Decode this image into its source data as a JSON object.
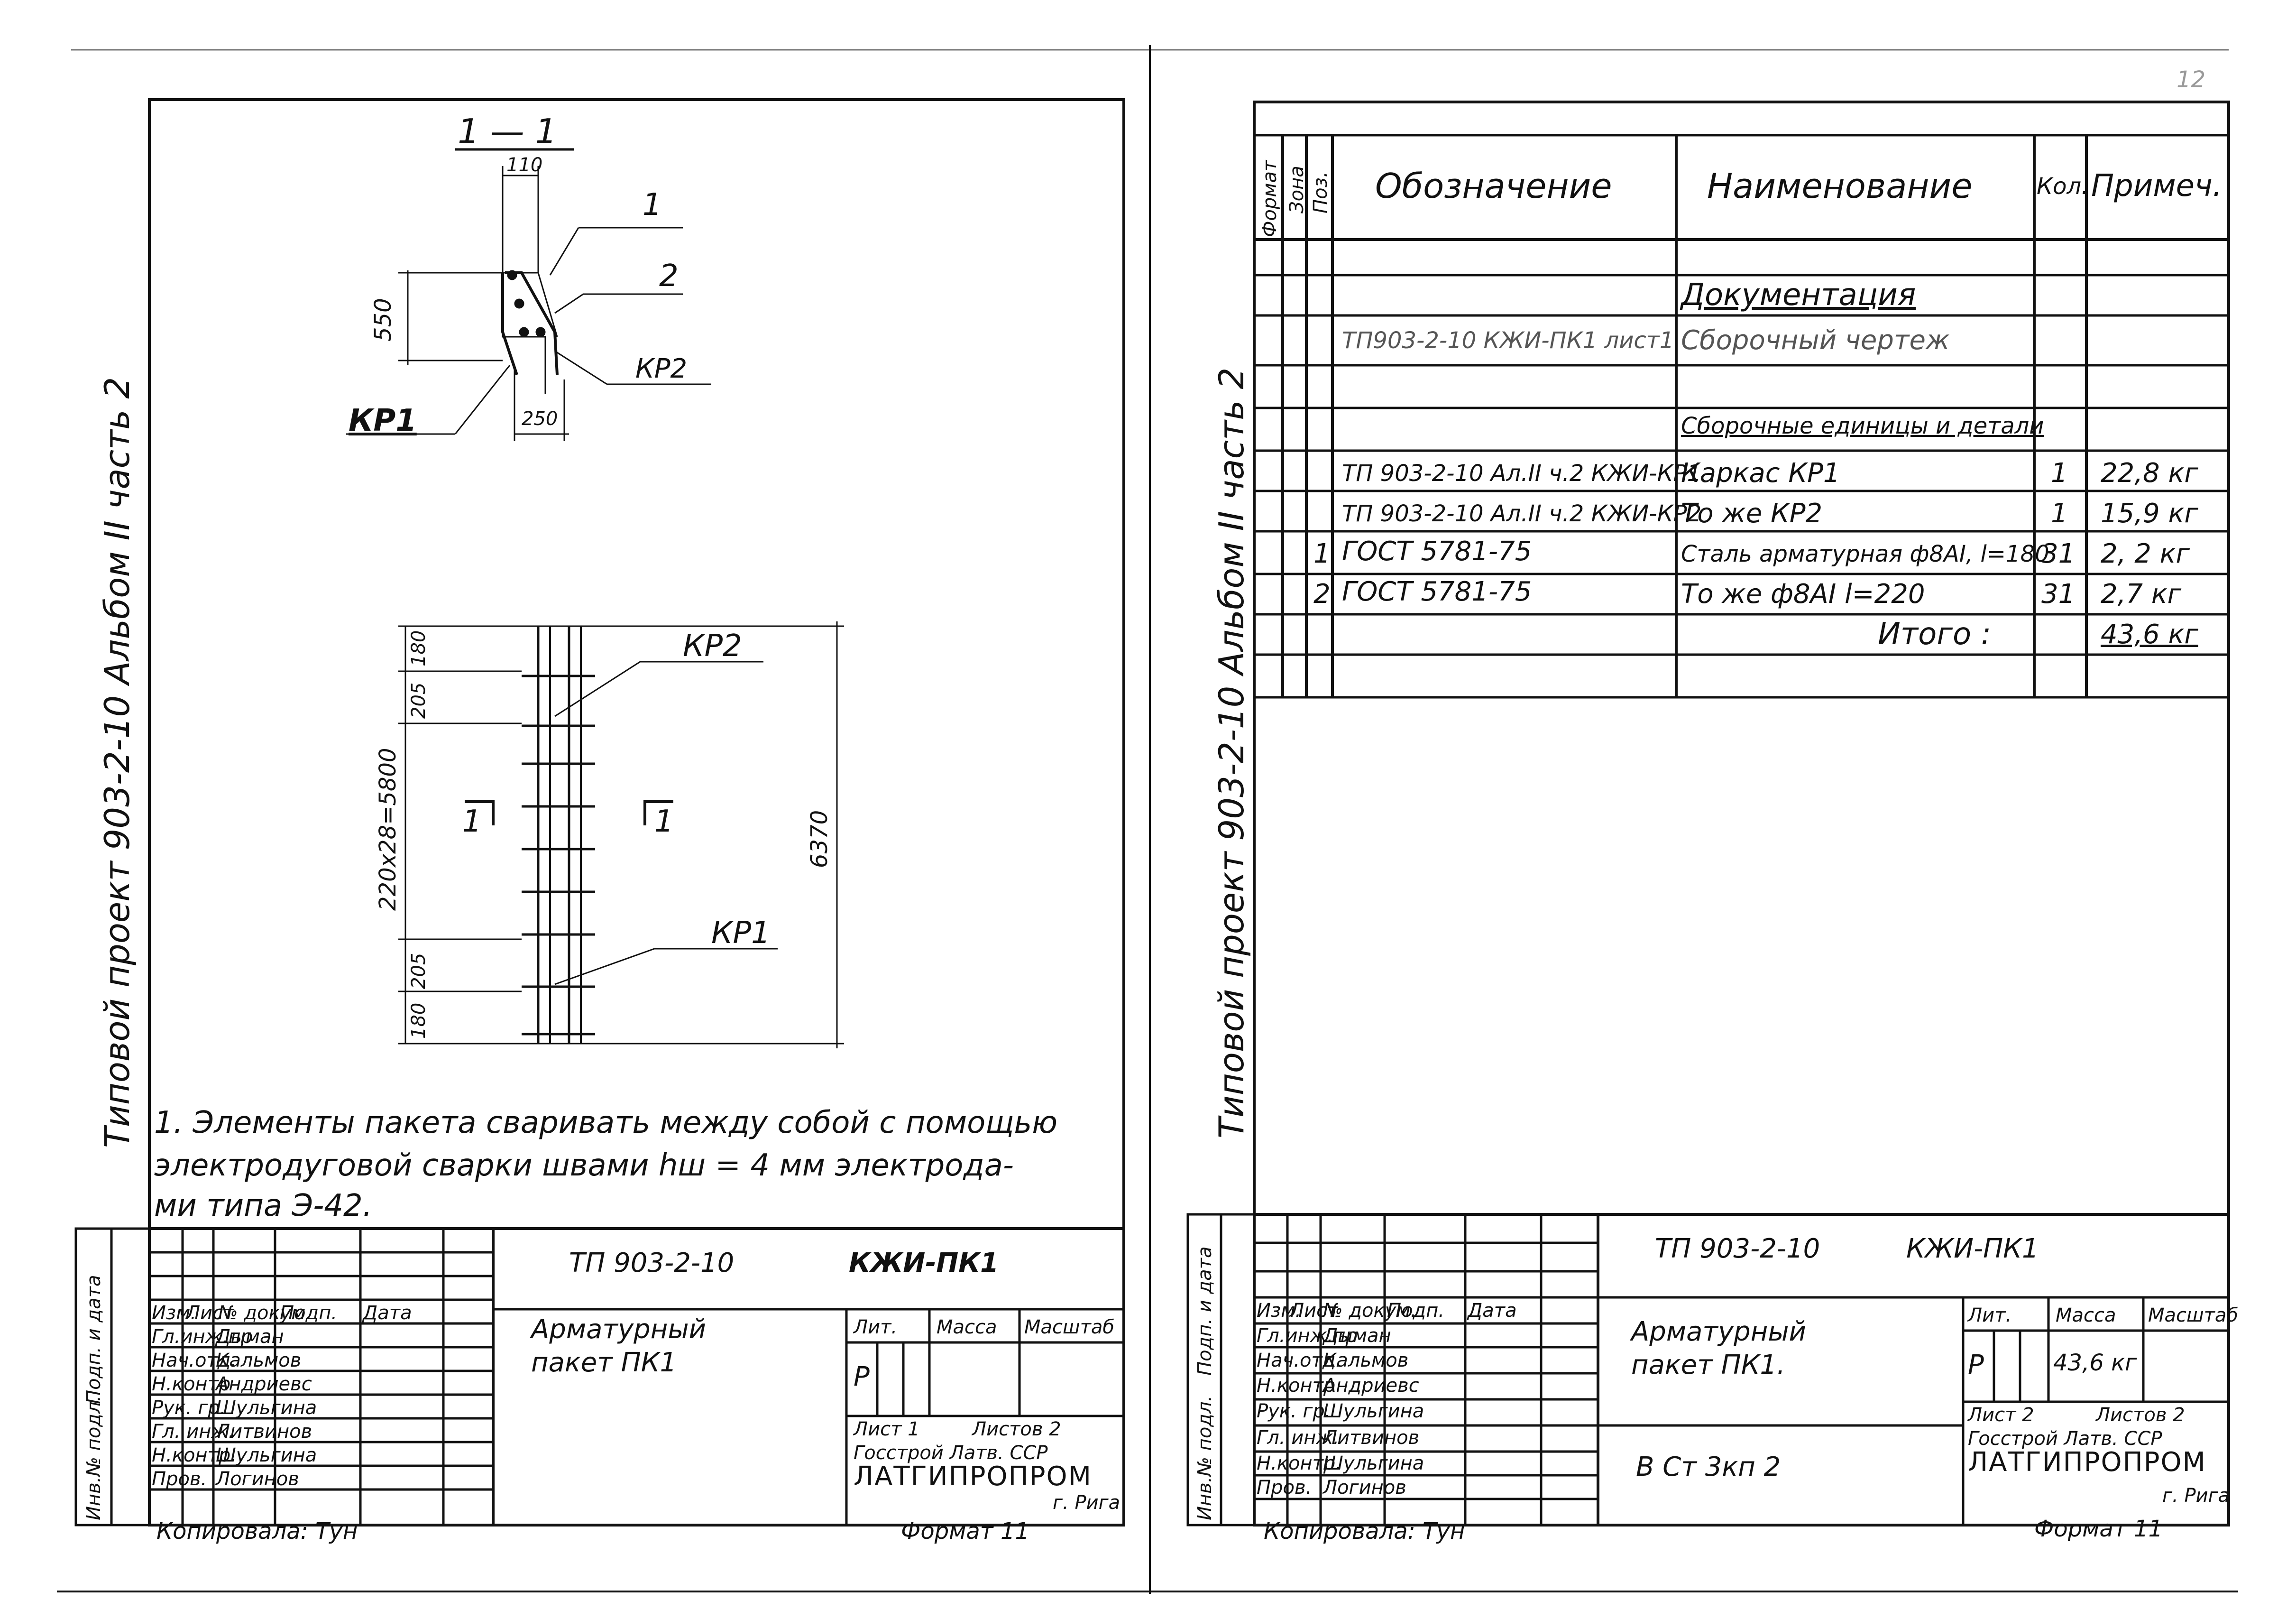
{
  "sheet1": {
    "section": {
      "label": "1 — 1",
      "dim_110": "110",
      "dim_550": "550",
      "dim_250": "250",
      "c1": "1",
      "c2": "2",
      "kp1": "КР1",
      "kp2": "КР2"
    },
    "elevation": {
      "dim_180_top": "180",
      "dim_205_top": "205",
      "dim_mid": "220х28=5800",
      "dim_205_bot": "205",
      "dim_180_bot": "180",
      "total": "6370",
      "kp1": "КР1",
      "kp2": "КР2",
      "cut_l": "1",
      "cut_r": "1"
    },
    "side_title": "Типовой проект 903-2-10 Альбом II часть 2",
    "note": [
      "1. Элементы пакета сваривать между собой с помощью",
      "электродуговой сварки швами hш = 4 мм электрода-",
      "ми типа Э-42."
    ],
    "stamp": {
      "code": "ТП 903-2-10",
      "code_suffix": "КЖИ-ПК1",
      "name_line1": "Арматурный",
      "name_line2": "пакет  ПК1",
      "headers": [
        "Изм.",
        "Лист",
        "№ докум.",
        "Подп.",
        "Дата"
      ],
      "rows": [
        [
          "Н.контр",
          "Андриевс"
        ],
        [
          "Рук. гр.",
          "Шульгина"
        ],
        [
          "Гл. инж.",
          "Литвинов"
        ],
        [
          "Н.контр.",
          "Шульгина"
        ],
        [
          "Пров.",
          "Логинов"
        ]
      ],
      "extra_rows": [
        [
          "Гл.инж.пр",
          "Дыман"
        ],
        [
          "Нач.отд.",
          "Кальмов"
        ]
      ],
      "lit": "Лит.",
      "mass": "Масса",
      "scale": "Масштаб",
      "lit_val": "Р",
      "sheet": "Лист 1",
      "sheets": "Листов 2",
      "org1": "Госстрой Латв. ССР",
      "org2": "ЛАТГИПРОПРОМ",
      "org3": "г. Рига",
      "side_labels": [
        "Инв.№ подл.",
        "Подп. и дата"
      ]
    },
    "bottom_copied": "Копировала:  Тун",
    "bottom_format": "Формат  11"
  },
  "sheet2": {
    "page_num": "12",
    "side_title": "Типовой проект 903-2-10 Альбом II часть 2",
    "table": {
      "headers": {
        "format": "Формат",
        "zone": "Зона",
        "pos": "Поз.",
        "designation": "Обозначение",
        "name": "Наименование",
        "qty": "Кол.",
        "note": "Примеч."
      },
      "rows": [
        {
          "pos": "",
          "designation": "",
          "name": "Документация",
          "qty": "",
          "note": ""
        },
        {
          "pos": "",
          "designation": "ТП903-2-10  КЖИ-ПК1 лист1",
          "name": "Сборочный чертеж",
          "qty": "",
          "note": ""
        },
        {
          "pos": "",
          "designation": "",
          "name": "Сборочные единицы и детали",
          "qty": "",
          "note": ""
        },
        {
          "pos": "",
          "designation": "ТП 903-2-10  Ал.II ч.2 КЖИ-КР1",
          "name": "Каркас            КР1",
          "qty": "1",
          "note": "22,8 кг"
        },
        {
          "pos": "",
          "designation": "ТП 903-2-10  Ал.II ч.2 КЖИ-КР2",
          "name": "То же             КР2",
          "qty": "1",
          "note": "15,9 кг"
        },
        {
          "pos": "1",
          "designation": "ГОСТ 5781-75",
          "name": "Сталь арматурная ф8АI, l=180",
          "qty": "31",
          "note": "2, 2 кг"
        },
        {
          "pos": "2",
          "designation": "ГОСТ 5781-75",
          "name": "То же    ф8АI  l=220",
          "qty": "31",
          "note": "2,7 кг"
        },
        {
          "pos": "",
          "designation": "",
          "name": "Итого :",
          "qty": "",
          "note": "43,6 кг"
        }
      ]
    },
    "stamp": {
      "code": "ТП 903-2-10",
      "code_suffix": "КЖИ-ПК1",
      "name_line1": "Арматурный",
      "name_line2": "пакет  ПК1.",
      "material": "В Ст 3кп 2",
      "lit": "Лит.",
      "mass": "Масса",
      "scale": "Масштаб",
      "lit_val": "Р",
      "mass_val": "43,6 кг",
      "sheet": "Лист 2",
      "sheets": "Листов 2",
      "org1": "Госстрой Латв. ССР",
      "org2": "ЛАТГИПРОПРОМ",
      "org3": "г. Рига",
      "headers": [
        "Изм.",
        "Лист",
        "№ докум.",
        "Подп.",
        "Дата"
      ],
      "rows": [
        [
          "Гл.инж.пр",
          "Дыман"
        ],
        [
          "Нач.отд.",
          "Кальмов"
        ],
        [
          "Н.контр",
          "Андриевс"
        ],
        [
          "Рук. гр.",
          "Шульгина"
        ],
        [
          "Гл. инж.",
          "Литвинов"
        ],
        [
          "Н.контр.",
          "Шульгина"
        ],
        [
          "Пров.",
          "Логинов"
        ]
      ],
      "side_labels": [
        "Инв.№ подл.",
        "Подп. и дата"
      ]
    },
    "bottom_copied": "Копировала:  Тун",
    "bottom_format": "Формат  11"
  }
}
